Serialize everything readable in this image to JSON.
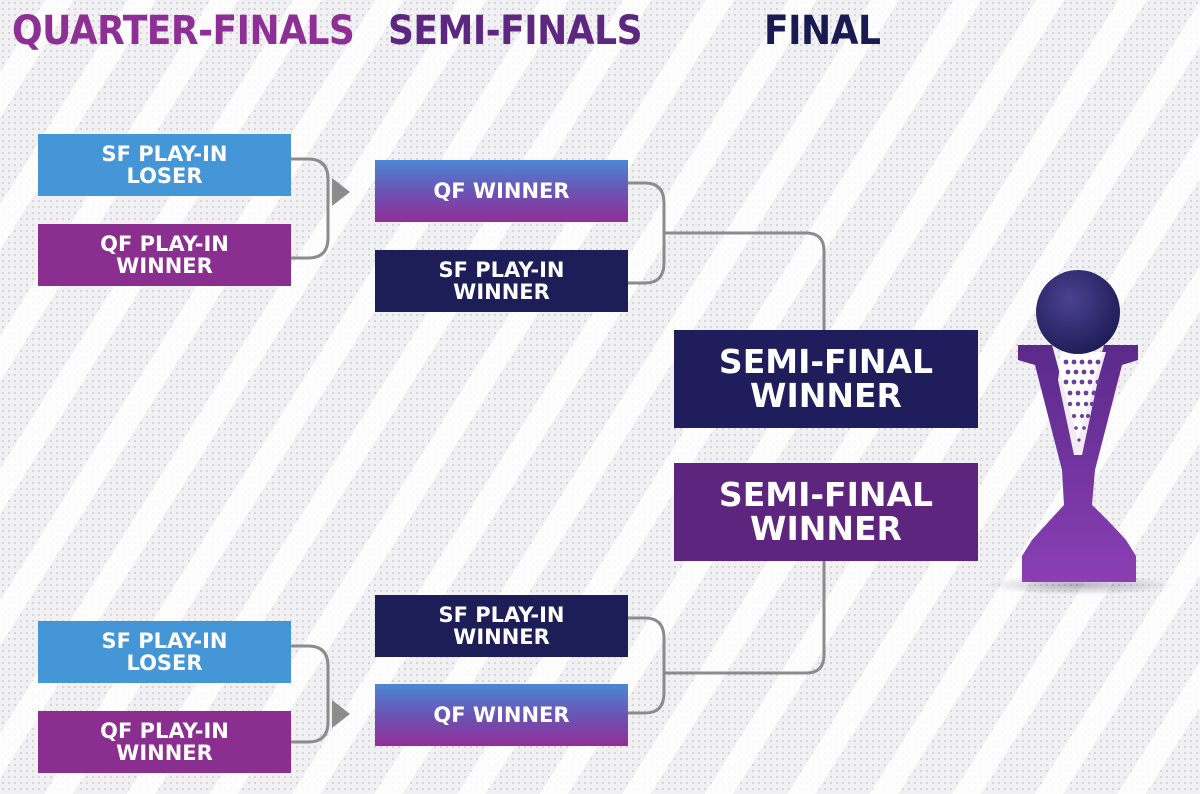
{
  "headers": {
    "quarter_finals": "QUARTER-FINALS",
    "semi_finals": "SEMI-FINALS",
    "final": "FINAL"
  },
  "quarter_finals": {
    "top": [
      {
        "label": "SF PLAY-IN\nLOSER"
      },
      {
        "label": "QF PLAY-IN\nWINNER"
      }
    ],
    "bottom": [
      {
        "label": "SF PLAY-IN\nLOSER"
      },
      {
        "label": "QF PLAY-IN\nWINNER"
      }
    ]
  },
  "semi_finals": {
    "top": [
      {
        "label": "QF WINNER"
      },
      {
        "label": "SF PLAY-IN\nWINNER"
      }
    ],
    "bottom": [
      {
        "label": "SF PLAY-IN\nWINNER"
      },
      {
        "label": "QF WINNER"
      }
    ]
  },
  "final": [
    {
      "label": "SEMI-FINAL\nWINNER"
    },
    {
      "label": "SEMI-FINAL\nWINNER"
    }
  ],
  "colors": {
    "light_blue": "#4496d6",
    "purple": "#8a2f8f",
    "navy": "#1d1e57",
    "connector": "#8c8c8c",
    "trophy_purple": "#7a38a8",
    "trophy_navy": "#23205e"
  }
}
